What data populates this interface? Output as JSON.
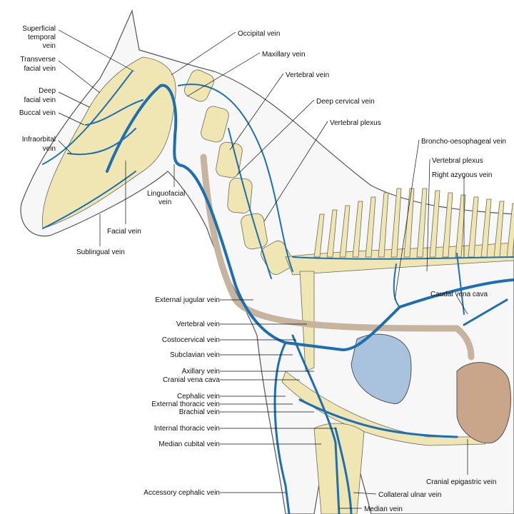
{
  "colors": {
    "vein": "#1d6fb0",
    "bone": "#efe6b4",
    "heart": "#a9c3de",
    "oesophagus": "#c7b49e",
    "organ": "#c9a58a"
  },
  "labels": {
    "superficial_temporal": [
      "Superficial",
      "temporal",
      "vein"
    ],
    "transverse_facial": [
      "Transverse",
      "facial vein"
    ],
    "deep_facial": [
      "Deep",
      "facial vein"
    ],
    "buccal": "Buccal vein",
    "infraorbital": [
      "Infraorbital",
      "vein"
    ],
    "facial": "Facial vein",
    "linguofacial": [
      "Linguofacial",
      "vein"
    ],
    "sublingual": "Sublingual vein",
    "occipital": "Occipital vein",
    "maxillary": "Maxillary vein",
    "vertebral_top": "Vertebral vein",
    "deep_cervical": "Deep cervical vein",
    "vertebral_plexus_1": "Vertebral plexus",
    "broncho_oesophageal": "Broncho-oesophageal vein",
    "vertebral_plexus_2": "Vertebral plexus",
    "right_azygous": "Right azygous vein",
    "caudal_vena_cava": "Caudal vena cava",
    "external_jugular": "External jugular vein",
    "vertebral_left": "Vertebral vein",
    "costocervical": "Costocervical vein",
    "subclavian": "Subclavian vein",
    "axillary": "Axillary vein",
    "cranial_vena_cava": "Cranial vena cava",
    "cephalic": "Cephalic vein",
    "external_thoracic": "External thoracic vein",
    "brachial": "Brachial vein",
    "internal_thoracic": "Internal thoracic vein",
    "median_cubital": "Median cubital vein",
    "accessory_cephalic": "Accessory cephalic vein",
    "cranial_epigastric": "Cranial epigastric vein",
    "collateral_ulnar": "Collateral ulnar vein",
    "median": "Median vein"
  }
}
